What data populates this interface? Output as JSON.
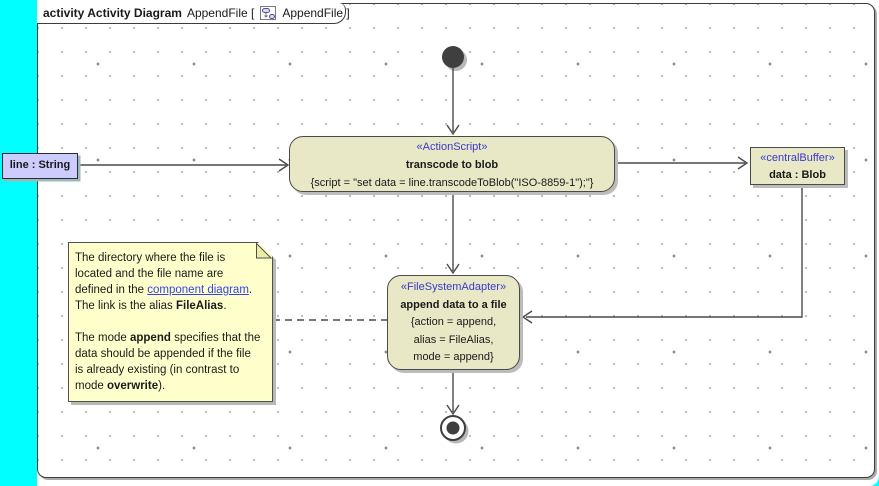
{
  "tab": {
    "keyword": "activity Activity Diagram",
    "diagram_name": "AppendFile [",
    "diagram_ref": "AppendFile ]",
    "icon": "activity-diagram-icon"
  },
  "nodes": {
    "param": {
      "label": "line : String"
    },
    "transcode": {
      "stereotype": "«ActionScript»",
      "name": "transcode to blob",
      "script": "{script = \"set data = line.transcodeToBlob(\"ISO-8859-1\");\"}"
    },
    "buffer": {
      "stereotype": "«centralBuffer»",
      "name": "data : Blob"
    },
    "append": {
      "stereotype": "«FileSystemAdapter»",
      "name": "append data to a file",
      "body": [
        "{action = append,",
        "alias = FileAlias,",
        "mode = append}"
      ]
    }
  },
  "note": {
    "line1": "The directory where the file is",
    "line2": "located and the file name are",
    "line3_pre": "defined in the ",
    "line3_link": "component diagram",
    "line3_post": ".",
    "line4_pre": "The link is the alias ",
    "line4_bold": "FileAlias",
    "line4_post": ".",
    "line6_pre": "The mode ",
    "line6_bold": "append",
    "line6_post": " specifies that the",
    "line7": "data should be appended if the file",
    "line8": "is already existing (in contrast to",
    "line9_pre": "mode ",
    "line9_bold": "overwrite",
    "line9_post": ")."
  },
  "colors": {
    "desktop_background": "#00ffff",
    "frame_background": "#ffffff",
    "node_fill": "#e8e8c6",
    "note_fill": "#ffffcc",
    "param_fill": "#ccccff",
    "stereotype_text": "#3a3acc",
    "link_text": "#3344ee",
    "edge_line": "#4a4a4a"
  }
}
